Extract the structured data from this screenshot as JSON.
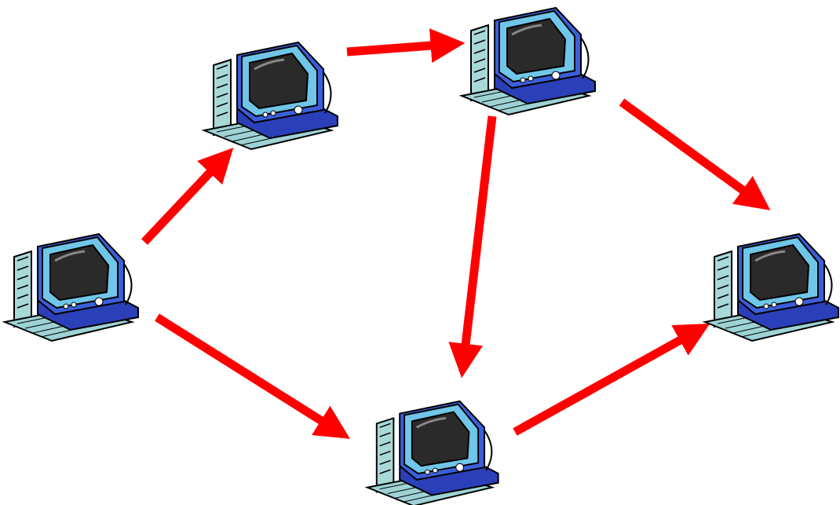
{
  "diagram": {
    "type": "network",
    "nodes": [
      {
        "id": "a",
        "icon": "computer-icon"
      },
      {
        "id": "b",
        "icon": "computer-icon"
      },
      {
        "id": "c",
        "icon": "computer-icon"
      },
      {
        "id": "d",
        "icon": "computer-icon"
      },
      {
        "id": "e",
        "icon": "computer-icon"
      }
    ],
    "edges": [
      {
        "from": "a",
        "to": "b"
      },
      {
        "from": "b",
        "to": "c"
      },
      {
        "from": "a",
        "to": "d"
      },
      {
        "from": "c",
        "to": "d"
      },
      {
        "from": "c",
        "to": "e"
      },
      {
        "from": "d",
        "to": "e"
      }
    ]
  },
  "colors": {
    "arrow": "#ff0000",
    "monitor_body": "#3b5fd9",
    "monitor_bezel": "#6fc6e8",
    "screen": "#2a2a2a",
    "tower": "#a8d8d8",
    "keyboard": "#9ed3d6",
    "outline": "#000000",
    "base": "#2b3fb8"
  }
}
